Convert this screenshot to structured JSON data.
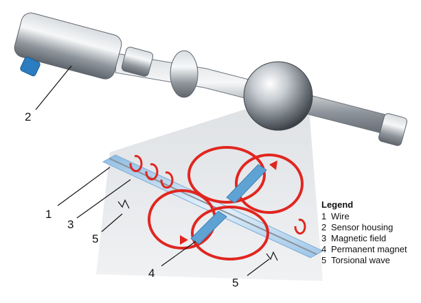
{
  "callouts": [
    {
      "id": "c2",
      "text": "2"
    },
    {
      "id": "c1",
      "text": "1"
    },
    {
      "id": "c3",
      "text": "3"
    },
    {
      "id": "c5a",
      "text": "5"
    },
    {
      "id": "c4",
      "text": "4"
    },
    {
      "id": "c5b",
      "text": "5"
    }
  ],
  "legend": {
    "title": "Legend",
    "items": [
      {
        "num": "1",
        "text": "Wire"
      },
      {
        "num": "2",
        "text": "Sensor housing"
      },
      {
        "num": "3",
        "text": "Magnetic field"
      },
      {
        "num": "4",
        "text": "Permanent magnet"
      },
      {
        "num": "5",
        "text": "Torsional wave"
      }
    ]
  },
  "colors": {
    "field": "#e0261f",
    "magnet": "#5fa3d4",
    "tube": "#b9d7ef",
    "steel": "#9aa1a8"
  }
}
